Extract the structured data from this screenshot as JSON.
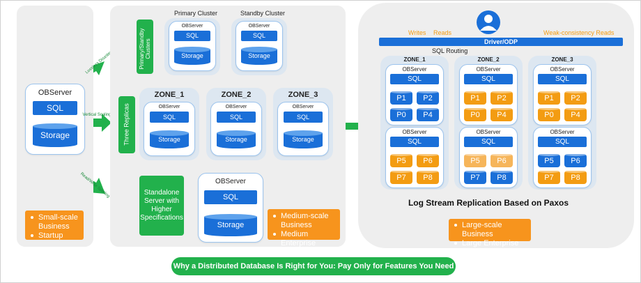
{
  "server": "OBServer",
  "sql": "SQL",
  "storage": "Storage",
  "left": {
    "bullets": [
      "Small-scale Business",
      "Startup"
    ]
  },
  "arrows": {
    "lossless": "Lossless Disaster Recovery",
    "vertical": "Vertical Scaling",
    "readwrite": "Read/Write Splitting"
  },
  "middle": {
    "primary_cluster": "Primary Cluster",
    "standby_cluster": "Standby Cluster",
    "primary_standby_clusters": "Primary/Standby Clusters",
    "three_replicas": "Three Replicas",
    "zones": [
      "ZONE_1",
      "ZONE_2",
      "ZONE_3"
    ],
    "standalone": "Standalone Server with Higher Specifications",
    "bullets": [
      "Medium-scale Business",
      "Medium Enterprise"
    ]
  },
  "right": {
    "writes": "Writes",
    "reads": "Reads",
    "weak_reads": "Weak-consistency Reads",
    "driver": "Driver/ODP",
    "sql_routing": "SQL Routing",
    "zones": [
      "ZONE_1",
      "ZONE_2",
      "ZONE_3"
    ],
    "partitions": {
      "zone1_top": [
        "P1",
        "P2",
        "P0",
        "P4"
      ],
      "zone2_top": [
        "P1",
        "P2",
        "P0",
        "P4"
      ],
      "zone3_top": [
        "P1",
        "P2",
        "P0",
        "P4"
      ],
      "zone1_bottom": [
        "P5",
        "P6",
        "P7",
        "P8"
      ],
      "zone2_bottom": [
        "P5",
        "P6",
        "P7",
        "P8"
      ],
      "zone3_bottom": [
        "P5",
        "P6",
        "P7",
        "P8"
      ]
    },
    "paxos": "Log Stream Replication Based on Paxos",
    "bullets": [
      "Large-scale Business",
      "Large Enterprise"
    ]
  },
  "banner": "Why a Distributed Database Is Right for You: Pay Only for Features You Need",
  "colors": {
    "blue": "#1a6fd8",
    "green": "#22b14c",
    "orange": "#f7941d",
    "light_orange": "#f6b55a"
  }
}
